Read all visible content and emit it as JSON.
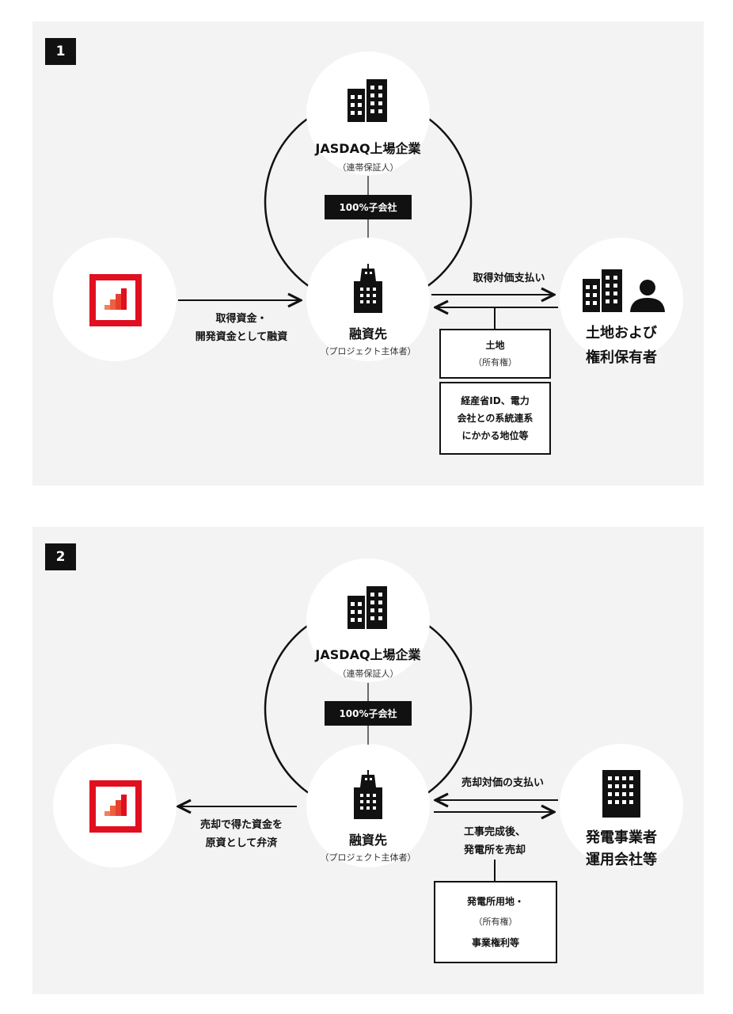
{
  "diagram1": {
    "number": "1",
    "guarantor": {
      "name": "JASDAQ上場企業",
      "role": "（連帯保証人）"
    },
    "subsidiary_tag": "100%子会社",
    "borrower": {
      "name": "融資先",
      "role": "（プロジェクト主体者）"
    },
    "lender_flow": [
      "取得資金・",
      "開発資金として融資"
    ],
    "payment_label": "取得対価支払い",
    "holder": [
      "土地および",
      "権利保有者"
    ],
    "asset_box": {
      "title": "土地",
      "sub": "（所有権）"
    },
    "rights_box": [
      "経産省ID、電力",
      "会社との系統連系",
      "にかかる地位等"
    ]
  },
  "diagram2": {
    "number": "2",
    "guarantor": {
      "name": "JASDAQ上場企業",
      "role": "（連帯保証人）"
    },
    "subsidiary_tag": "100%子会社",
    "borrower": {
      "name": "融資先",
      "role": "（プロジェクト主体者）"
    },
    "repay_flow": [
      "売却で得た資金を",
      "原資として弁済"
    ],
    "payment_label": "売却対価の支払い",
    "sale_label": [
      "工事完成後、",
      "発電所を売却"
    ],
    "buyer": [
      "発電事業者",
      "運用会社等"
    ],
    "asset_box": [
      "発電所用地・",
      "（所有権）",
      "事業権利等"
    ]
  },
  "colors": {
    "logo_red": "#e01020",
    "panel_bg": "#f3f3f3"
  }
}
